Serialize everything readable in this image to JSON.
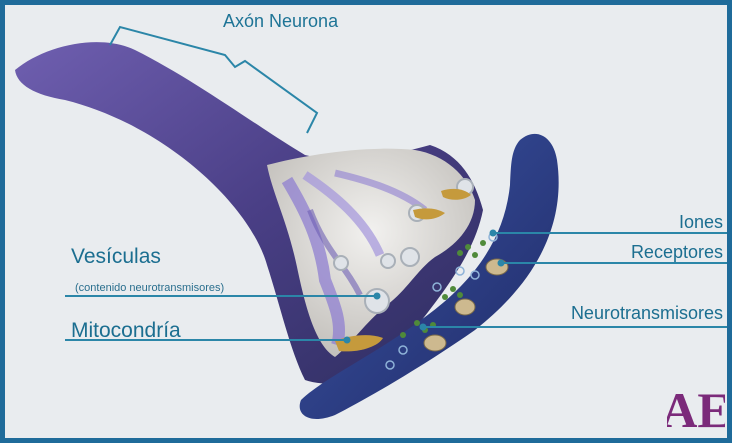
{
  "diagram": {
    "title": "Axón Neurona",
    "labels": {
      "vesiculas": "Vesículas",
      "vesiculas_note": "(contenido neurotransmisores)",
      "mitocondria": "Mitocondría",
      "iones": "Iones",
      "receptores": "Receptores",
      "neurotransmisores": "Neurotransmisores"
    },
    "logo_text": "AE"
  },
  "colors": {
    "border": "#1f6b9a",
    "background": "#e9ecef",
    "label_text": "#1b6e90",
    "leader_line": "#2b86a8",
    "axon_purple": "#4a3f86",
    "axon_dark": "#2d2d5e",
    "postsynaptic_blue": "#2f3f8c",
    "terminal_interior": "#d9d7d3",
    "vesicle_gold": "#c59a3c",
    "logo_purple": "#7b2a7a"
  }
}
